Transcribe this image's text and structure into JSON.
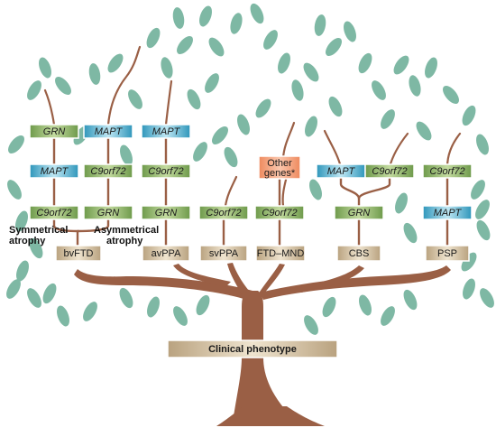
{
  "root_label": "Clinical phenotype",
  "phenotypes": [
    {
      "label": "bvFTD",
      "genes": [
        "GRN",
        "MAPT",
        "C9orf72"
      ]
    },
    {
      "label": "avPPA",
      "genes": [
        "MAPT",
        "C9orf72",
        "GRN"
      ]
    },
    {
      "label": "svPPA",
      "genes": [
        "C9orf72"
      ]
    },
    {
      "label": "FTD–MND",
      "genes": [
        "C9orf72"
      ],
      "extra": "Other genes*"
    },
    {
      "label": "CBS",
      "genes": [
        "GRN"
      ],
      "branch_genes": [
        "MAPT",
        "C9orf72"
      ]
    },
    {
      "label": "PSP",
      "genes": [
        "C9orf72",
        "MAPT"
      ]
    }
  ],
  "extra_gene_lines": [
    "Other",
    "genes*"
  ],
  "bvftd_column_two": [
    "MAPT",
    "C9orf72",
    "GRN"
  ],
  "annotations": {
    "symmetrical": [
      "Symmetrical",
      "atrophy"
    ],
    "asymmetrical": [
      "Asymmetrical",
      "atrophy"
    ]
  },
  "colors": {
    "trunk": "#9a5f45",
    "leaf": "#7eb8a4",
    "grn_box": "#7d9f5a",
    "grn_box_light": "#b3cc8c",
    "c9_box": "#9bbf6b",
    "mapt_box": "#3fa8c8",
    "mapt_box_light": "#a7dcec",
    "pheno_box": "#c9b89a",
    "other_box": "#f4a07a"
  }
}
